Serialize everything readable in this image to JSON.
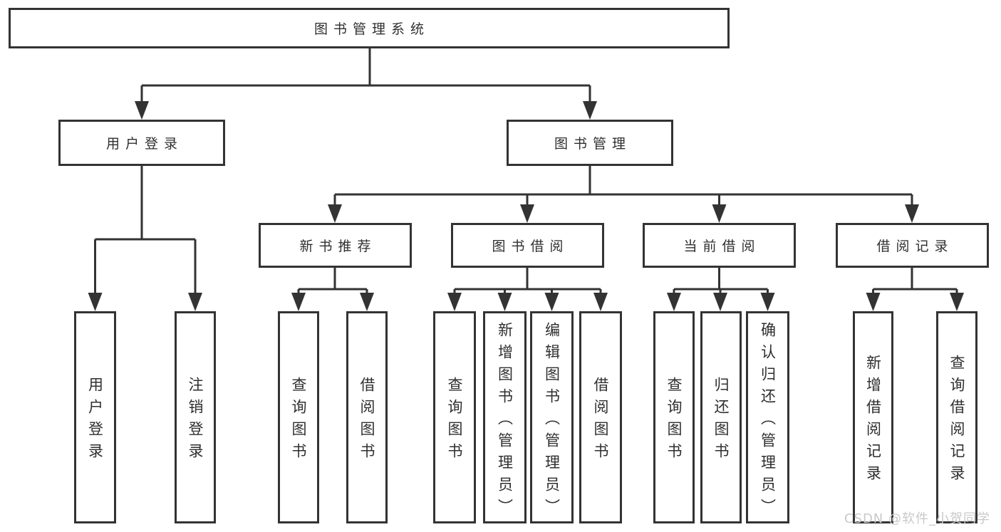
{
  "diagram": {
    "tree": {
      "root": {
        "label": "图书管理系统"
      },
      "branches": [
        {
          "label": "用户登录",
          "children": [
            {
              "label": "用户登录"
            },
            {
              "label": "注销登录"
            }
          ]
        },
        {
          "label": "图书管理",
          "children": [
            {
              "label": "新书推荐",
              "children": [
                {
                  "label": "查询图书"
                },
                {
                  "label": "借阅图书"
                }
              ]
            },
            {
              "label": "图书借阅",
              "children": [
                {
                  "label": "查询图书"
                },
                {
                  "label": "新增图书（管理员）"
                },
                {
                  "label": "编辑图书（管理员）"
                },
                {
                  "label": "借阅图书"
                }
              ]
            },
            {
              "label": "当前借阅",
              "children": [
                {
                  "label": "查询图书"
                },
                {
                  "label": "归还图书"
                },
                {
                  "label": "确认归还（管理员）"
                }
              ]
            },
            {
              "label": "借阅记录",
              "children": [
                {
                  "label": "新增借阅记录"
                },
                {
                  "label": "查询借阅记录"
                }
              ]
            }
          ]
        }
      ]
    },
    "watermark": {
      "text": "CSDN @软件_小贺同学"
    },
    "colors": {
      "line": "#333333",
      "text": "#2f2f2f",
      "watermark": "#c9c9c9",
      "background": "#ffffff"
    }
  }
}
